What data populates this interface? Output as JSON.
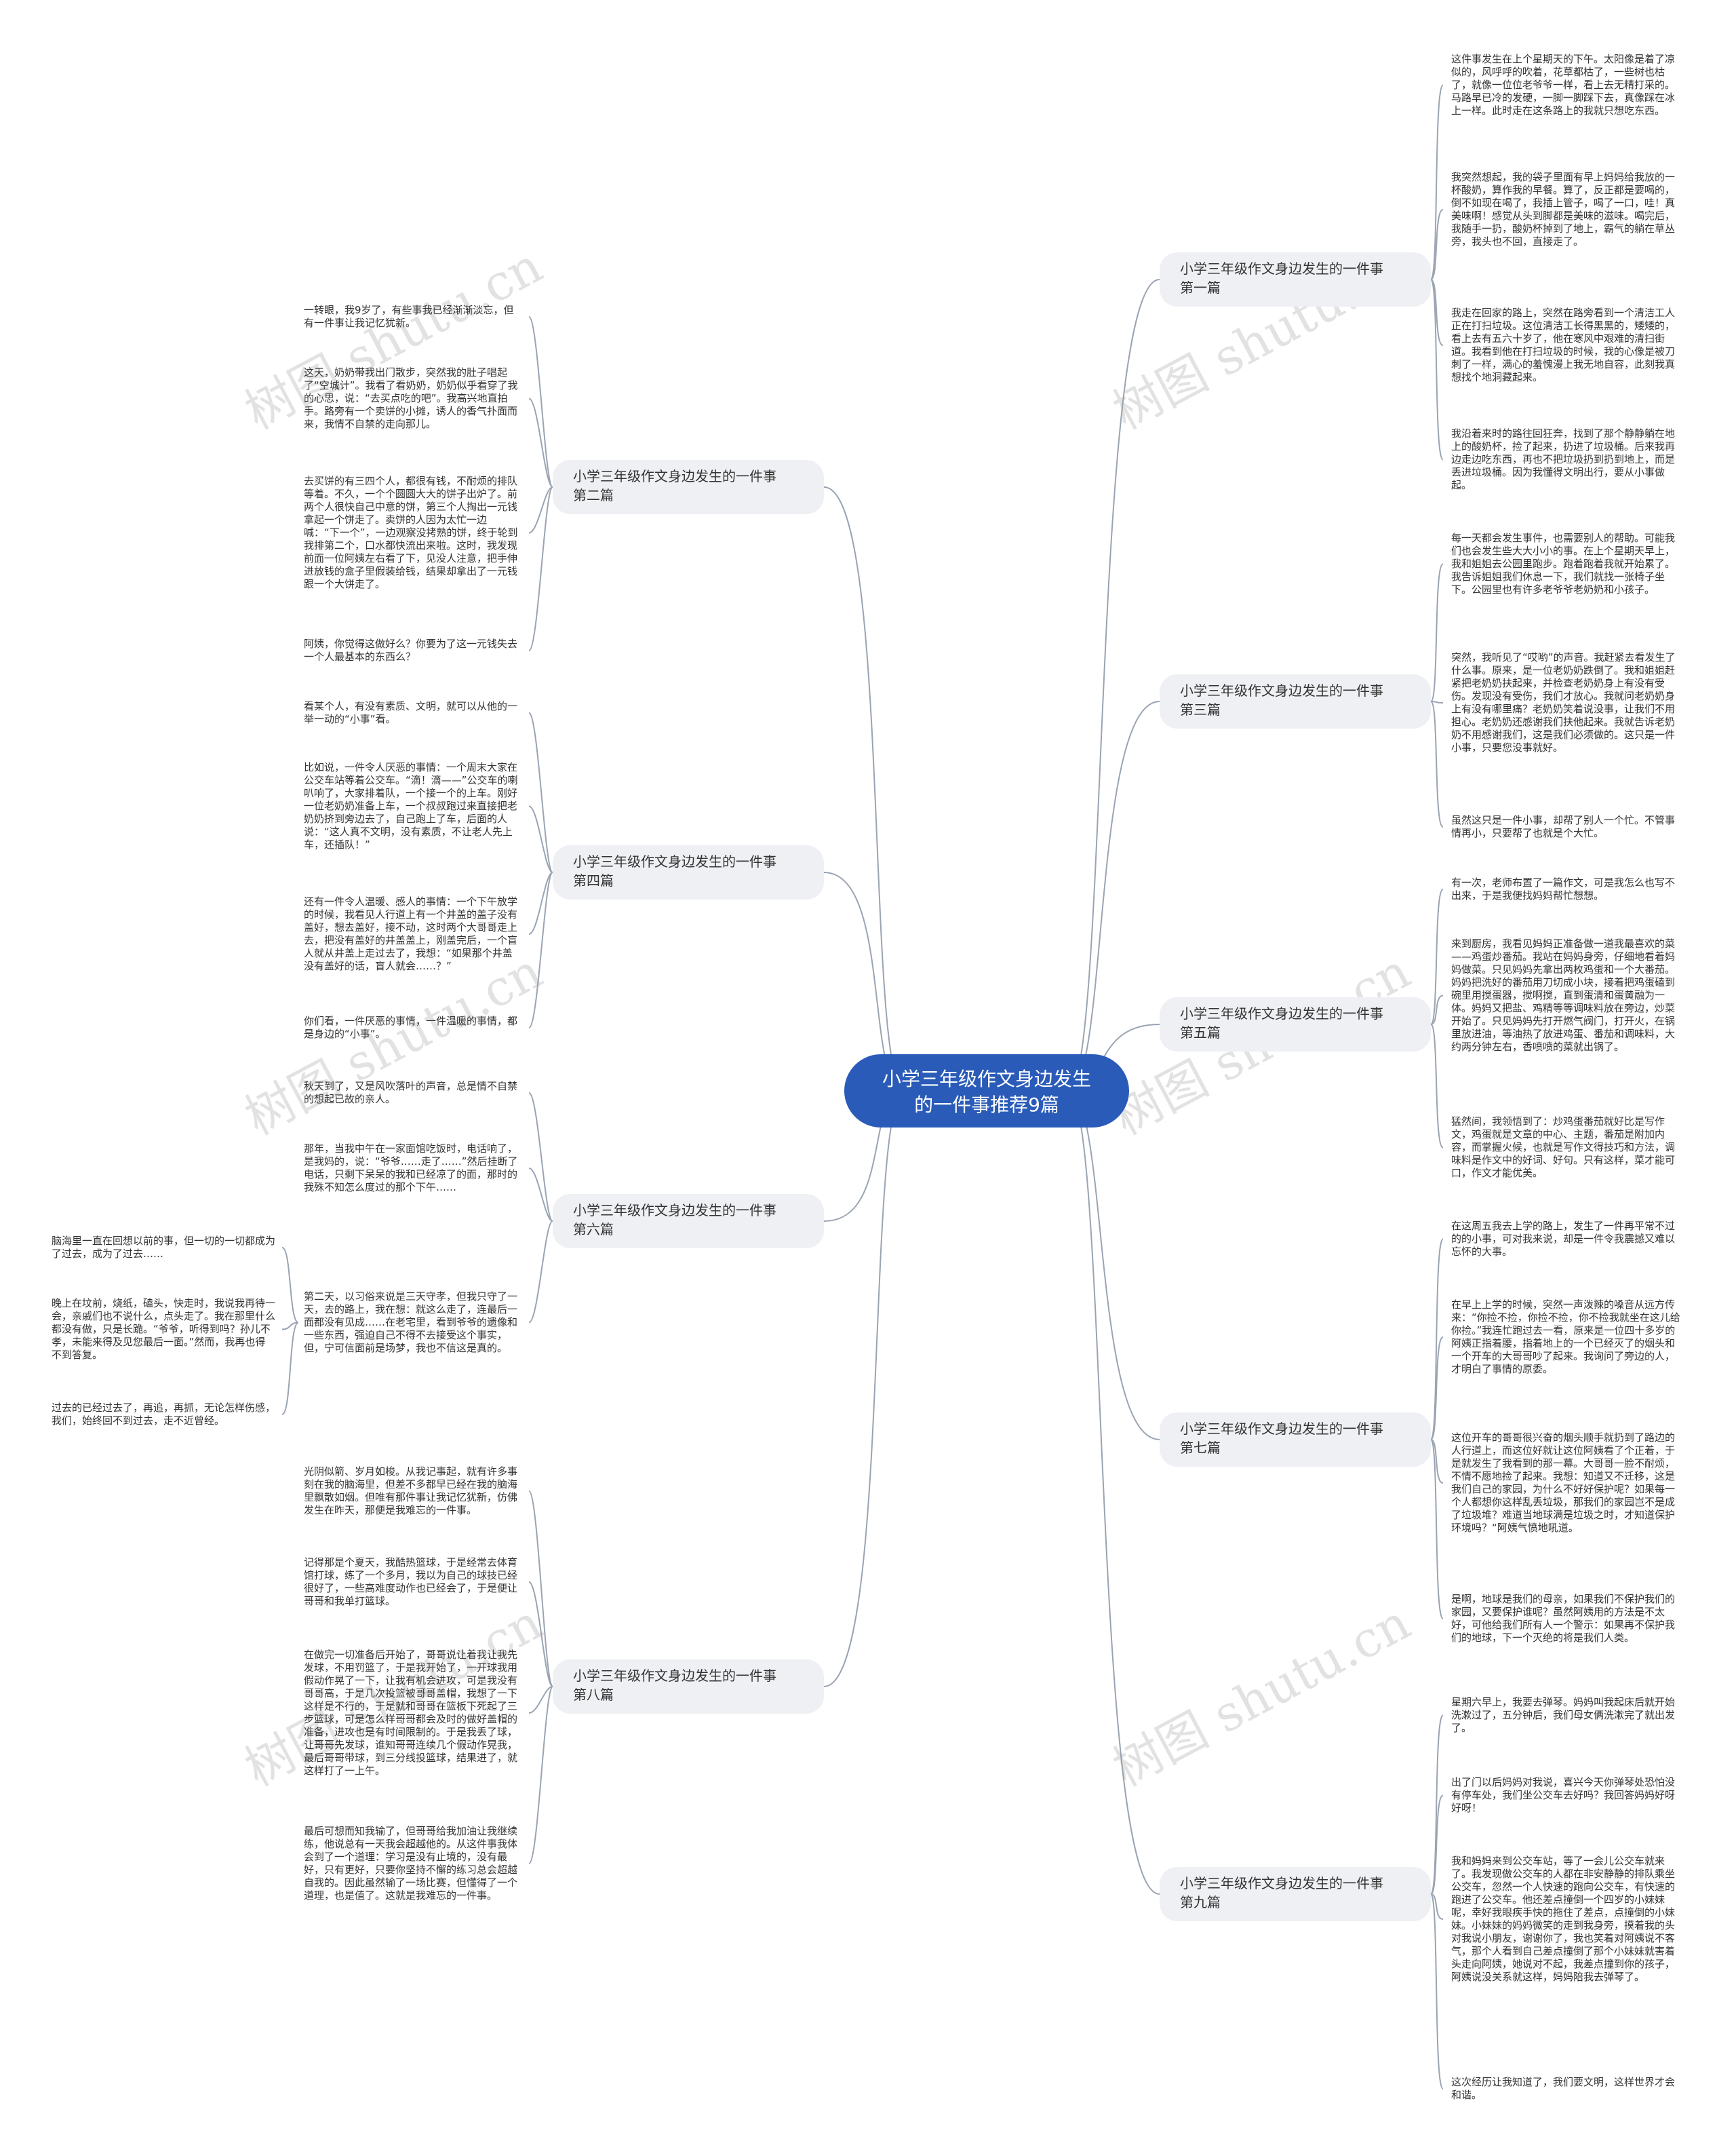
{
  "watermark": "树图 shutu.cn",
  "colors": {
    "central": "#2a5bb8",
    "branch_bg": "#eef0f3",
    "line": "#9aa4b2"
  },
  "central": "小学三年级作文身边发生\n的一件事推荐9篇",
  "branches": {
    "p1": "小学三年级作文身边发生的一件事\n第一篇",
    "p2": "小学三年级作文身边发生的一件事\n第二篇",
    "p3": "小学三年级作文身边发生的一件事\n第三篇",
    "p4": "小学三年级作文身边发生的一件事\n第四篇",
    "p5": "小学三年级作文身边发生的一件事\n第五篇",
    "p6": "小学三年级作文身边发生的一件事\n第六篇",
    "p7": "小学三年级作文身边发生的一件事\n第七篇",
    "p8": "小学三年级作文身边发生的一件事\n第八篇",
    "p9": "小学三年级作文身边发生的一件事\n第九篇"
  },
  "leaves": {
    "p1": [
      "这件事发生在上个星期天的下午。太阳像是着了凉似的，风呼呼的吹着，花草都枯了，一些树也枯了，就像一位位老爷爷一样，看上去无精打采的。马路早已冷的发硬，一脚一脚踩下去，真像踩在冰上一样。此时走在这条路上的我就只想吃东西。",
      "我突然想起，我的袋子里面有早上妈妈给我放的一杯酸奶，算作我的早餐。算了，反正都是要喝的，倒不如现在喝了，我插上管子，喝了一口，哇！真美味啊！感觉从头到脚都是美味的滋味。喝完后，我随手一扔，酸奶杯掉到了地上，霸气的躺在草丛旁，我头也不回，直接走了。",
      "我走在回家的路上，突然在路旁看到一个清洁工人正在打扫垃圾。这位清洁工长得黑黑的，矮矮的，看上去有五六十岁了，他在寒风中艰难的清扫街道。我看到他在打扫垃圾的时候，我的心像是被刀刺了一样，满心的羞愧漫上我无地自容，此刻我真想找个地洞藏起来。",
      "我沿着来时的路往回狂奔，找到了那个静静躺在地上的酸奶杯，捡了起来，扔进了垃圾桶。后来我再边走边吃东西，再也不把垃圾扔到扔到地上，而是丢进垃圾桶。因为我懂得文明出行，要从小事做起。"
    ],
    "p2": [
      "一转眼，我9岁了，有些事我已经渐渐淡忘，但有一件事让我记忆犹新。",
      "这天，奶奶带我出门散步，突然我的肚子唱起了“空城计”。我看了看奶奶，奶奶似乎看穿了我的心思，说：“去买点吃的吧”。我高兴地直拍手。路旁有一个卖饼的小摊，诱人的香气扑面而来，我情不自禁的走向那儿。",
      "去买饼的有三四个人，都很有钱，不耐烦的排队等着。不久，一个个圆圆大大的饼子出炉了。前两个人很快自己中意的饼，第三个人掏出一元钱拿起一个饼走了。卖饼的人因为太忙一边喊：“下一个”，一边观察没拷熟的饼，终于轮到我排第二个，口水都快流出来啦。这时，我发现前面一位阿姨左右看了下，见没人注意，把手伸进放钱的盒子里假装给钱，结果却拿出了一元钱跟一个大饼走了。",
      "阿姨，你觉得这做好么？你要为了这一元钱失去一个人最基本的东西么？"
    ],
    "p3": [
      "每一天都会发生事件，也需要别人的帮助。可能我们也会发生些大大小小的事。在上个星期天早上，我和姐姐去公园里跑步。跑着跑着我就开始累了。我告诉姐姐我们休息一下，我们就找一张椅子坐下。公园里也有许多老爷爷老奶奶和小孩子。",
      "突然，我听见了“哎哟”的声音。我赶紧去看发生了什么事。原来，是一位老奶奶跌倒了。我和姐姐赶紧把老奶奶扶起来，并检查老奶奶身上有没有受伤。发现没有受伤，我们才放心。我就问老奶奶身上有没有哪里痛？老奶奶笑着说没事，让我们不用担心。老奶奶还感谢我们扶他起来。我就告诉老奶奶不用感谢我们，这是我们必须做的。这只是一件小事，只要您没事就好。",
      "虽然这只是一件小事，却帮了别人一个忙。不管事情再小，只要帮了也就是个大忙。"
    ],
    "p4": [
      "看某个人，有没有素质、文明，就可以从他的一举一动的“小事”看。",
      "比如说，一件令人厌恶的事情：一个周末大家在公交车站等着公交车。“滴！滴——”公交车的喇叭响了，大家排着队，一个接一个的上车。刚好一位老奶奶准备上车，一个叔叔跑过来直接把老奶奶挤到旁边去了，自己跑上了车，后面的人说：“这人真不文明，没有素质，不让老人先上车，还插队！”",
      "还有一件令人温暖、感人的事情：一个下午放学的时候，我看见人行道上有一个井盖的盖子没有盖好，想去盖好，接不动，这时两个大哥哥走上去，把没有盖好的井盖盖上，刚盖完后，一个盲人就从井盖上走过去了，我想：“如果那个井盖没有盖好的话，盲人就会……？”",
      "你们看，一件厌恶的事情，一件温暖的事情，都是身边的“小事”。"
    ],
    "p5": [
      "有一次，老师布置了一篇作文，可是我怎么也写不出来，于是我便找妈妈帮忙想想。",
      "来到厨房，我看见妈妈正准备做一道我最喜欢的菜——鸡蛋炒番茄。我站在妈妈身旁，仔细地看着妈妈做菜。只见妈妈先拿出两枚鸡蛋和一个大番茄。妈妈把洗好的番茄用刀切成小块，接着把鸡蛋磕到碗里用搅蛋器，搅啊搅，直到蛋清和蛋黄融为一体。妈妈又把盐、鸡精等等调味料放在旁边，炒菜开始了。只见妈妈先打开燃气阀门，打开火，在锅里放进油，等油热了放进鸡蛋、番茄和调味料，大约两分钟左右，香喷喷的菜就出锅了。",
      "猛然间，我领悟到了：炒鸡蛋番茄就好比是写作文，鸡蛋就是文章的中心、主题，番茄是附加内容，而掌握火候，也就是写作文得技巧和方法，调味料是作文中的好词、好句。只有这样，菜才能可口，作文才能优美。"
    ],
    "p6": [
      "秋天到了，又是风吹落叶的声音，总是情不自禁的想起已故的亲人。",
      "那年，当我中午在一家面馆吃饭时，电话响了，是我妈的，说：“爷爷……走了……”然后挂断了电话，只剩下呆呆的我和已经凉了的面，那时的我殊不知怎么度过的那个下午……",
      "第二天，以习俗来说是三天守孝，但我只守了一天，去的路上，我在想：就这么走了，连最后一面都没有见成……在老宅里，看到爷爷的遗像和一些东西，强迫自己不得不去接受这个事实，但，宁可信面前是场梦，我也不信这是真的。"
    ],
    "p6sub": [
      "脑海里一直在回想以前的事，但一切的一切都成为了过去，成为了过去……",
      "晚上在坟前，烧纸，磕头，快走时，我说我再待一会，亲戚们也不说什么，点头走了。我在那里什么都没有做，只是长跪。“爷爷，听得到吗？孙儿不孝，未能来得及见您最后一面。”然而，我再也得不到答复。",
      "过去的已经过去了，再追，再抓，无论怎样伤感，我们，始终回不到过去，走不近曾经。"
    ],
    "p7": [
      "在这周五我去上学的路上，发生了一件再平常不过的的小事，可对我来说，却是一件令我震撼又难以忘怀的大事。",
      "在早上上学的时候，突然一声泼辣的嗓音从远方传来：“你捡不捡，你捡不捡，你不捡我就坐在这儿给你捡。”我连忙跑过去一看，原来是一位四十多岁的阿姨正指着腰，指着地上的一个已经灭了的烟头和一个开车的大哥哥吵了起来。我询问了旁边的人，才明白了事情的原委。",
      "这位开车的哥哥很兴奋的烟头顺手就扔到了路边的人行道上，而这位好就让这位阿姨看了个正着，于是就发生了我看到的那一幕。大哥哥一脸不耐烦，不情不愿地捡了起来。我想：知道又不迁移，这是我们自己的家园，为什么不好好保护呢？如果每一个人都想你这样乱丢垃圾，那我们的家园岂不是成了垃圾堆？难道当地球满是垃圾之时，才知道保护环境吗？“阿姨气愤地吼道。",
      "是啊，地球是我们的母亲，如果我们不保护我们的家园，又要保护谁呢？虽然阿姨用的方法是不太好，可他给我们所有人一个警示：如果再不保护我们的地球，下一个灭绝的将是我们人类。"
    ],
    "p8": [
      "光阴似箭、岁月如梭。从我记事起，就有许多事刻在我的脑海里，但差不多都早已经在我的脑海里飘散如烟。但唯有那件事让我记忆犹新，仿佛发生在昨天，那便是我难忘的一件事。",
      "记得那是个夏天，我酷热篮球，于是经常去体育馆打球，练了一个多月，我以为自己的球技已经很好了，一些高难度动作也已经会了，于是便让哥哥和我单打篮球。",
      "在做完一切准备后开始了，哥哥说让着我让我先发球，不用罚篮了，于是我开始了，一开球我用假动作晃了一下，让我有机会进攻，可是我没有哥哥高，于是几次投篮被哥哥盖帽，我想了一下这样是不行的，于是就和哥哥在篮板下死起了三步篮球，可是怎么样哥哥都会及时的做好盖帽的准备，进攻也是有时间限制的。于是我丢了球，让哥哥先发球，谁知哥哥连续几个假动作晃我，最后哥哥带球，到三分线投篮球，结果进了，就这样打了一上午。",
      "最后可想而知我输了，但哥哥给我加油让我继续练，他说总有一天我会超越他的。从这件事我体会到了一个道理：学习是没有止境的，没有最好，只有更好，只要你坚持不懈的练习总会超越自我的。因此虽然输了一场比赛，但懂得了一个道理，也是值了。这就是我难忘的一件事。"
    ],
    "p9": [
      "星期六早上，我要去弹琴。妈妈叫我起床后就开始洗漱过了，五分钟后，我们母女俩洗漱完了就出发了。",
      "出了门以后妈妈对我说，喜兴今天你弹琴处恐怕没有停车处，我们坐公交车去好吗？我回答妈妈好呀好呀！",
      "我和妈妈来到公交车站，等了一会儿公交车就来了。我发现做公交车的人都在非安静静的排队乘坐公交车，忽然一个人快速的跑向公交车，有快速的跑进了公交车。他还差点撞倒一个四岁的小妹妹呢，幸好我眼疾手快的拖住了差点，点撞倒的小妹妹。小妹妹的妈妈微笑的走到我身旁，摸着我的头对我说小朋友，谢谢你了，我也笑着对阿姨说不客气，那个人看到自己差点撞倒了那个小妹妹就害着头走向阿姨，她说对不起，我差点撞到你的孩子，阿姨说没关系就这样，妈妈陪我去弹琴了。",
      "这次经历让我知道了，我们要文明，这样世界才会和谐。"
    ]
  }
}
